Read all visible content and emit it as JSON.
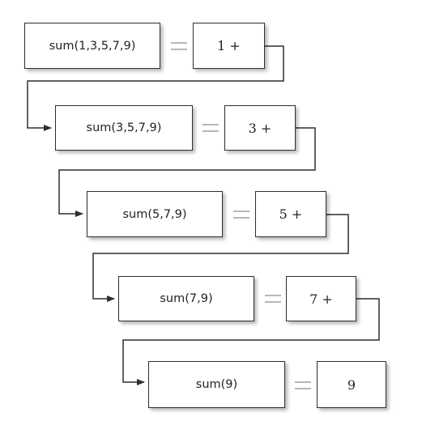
{
  "rows": [
    {
      "call": "sum(1,3,5,7,9)",
      "result": "1 +"
    },
    {
      "call": "sum(3,5,7,9)",
      "result": "3 +"
    },
    {
      "call": "sum(5,7,9)",
      "result": "5 +"
    },
    {
      "call": "sum(7,9)",
      "result": "7 +"
    },
    {
      "call": "sum(9)",
      "result": "9"
    }
  ]
}
